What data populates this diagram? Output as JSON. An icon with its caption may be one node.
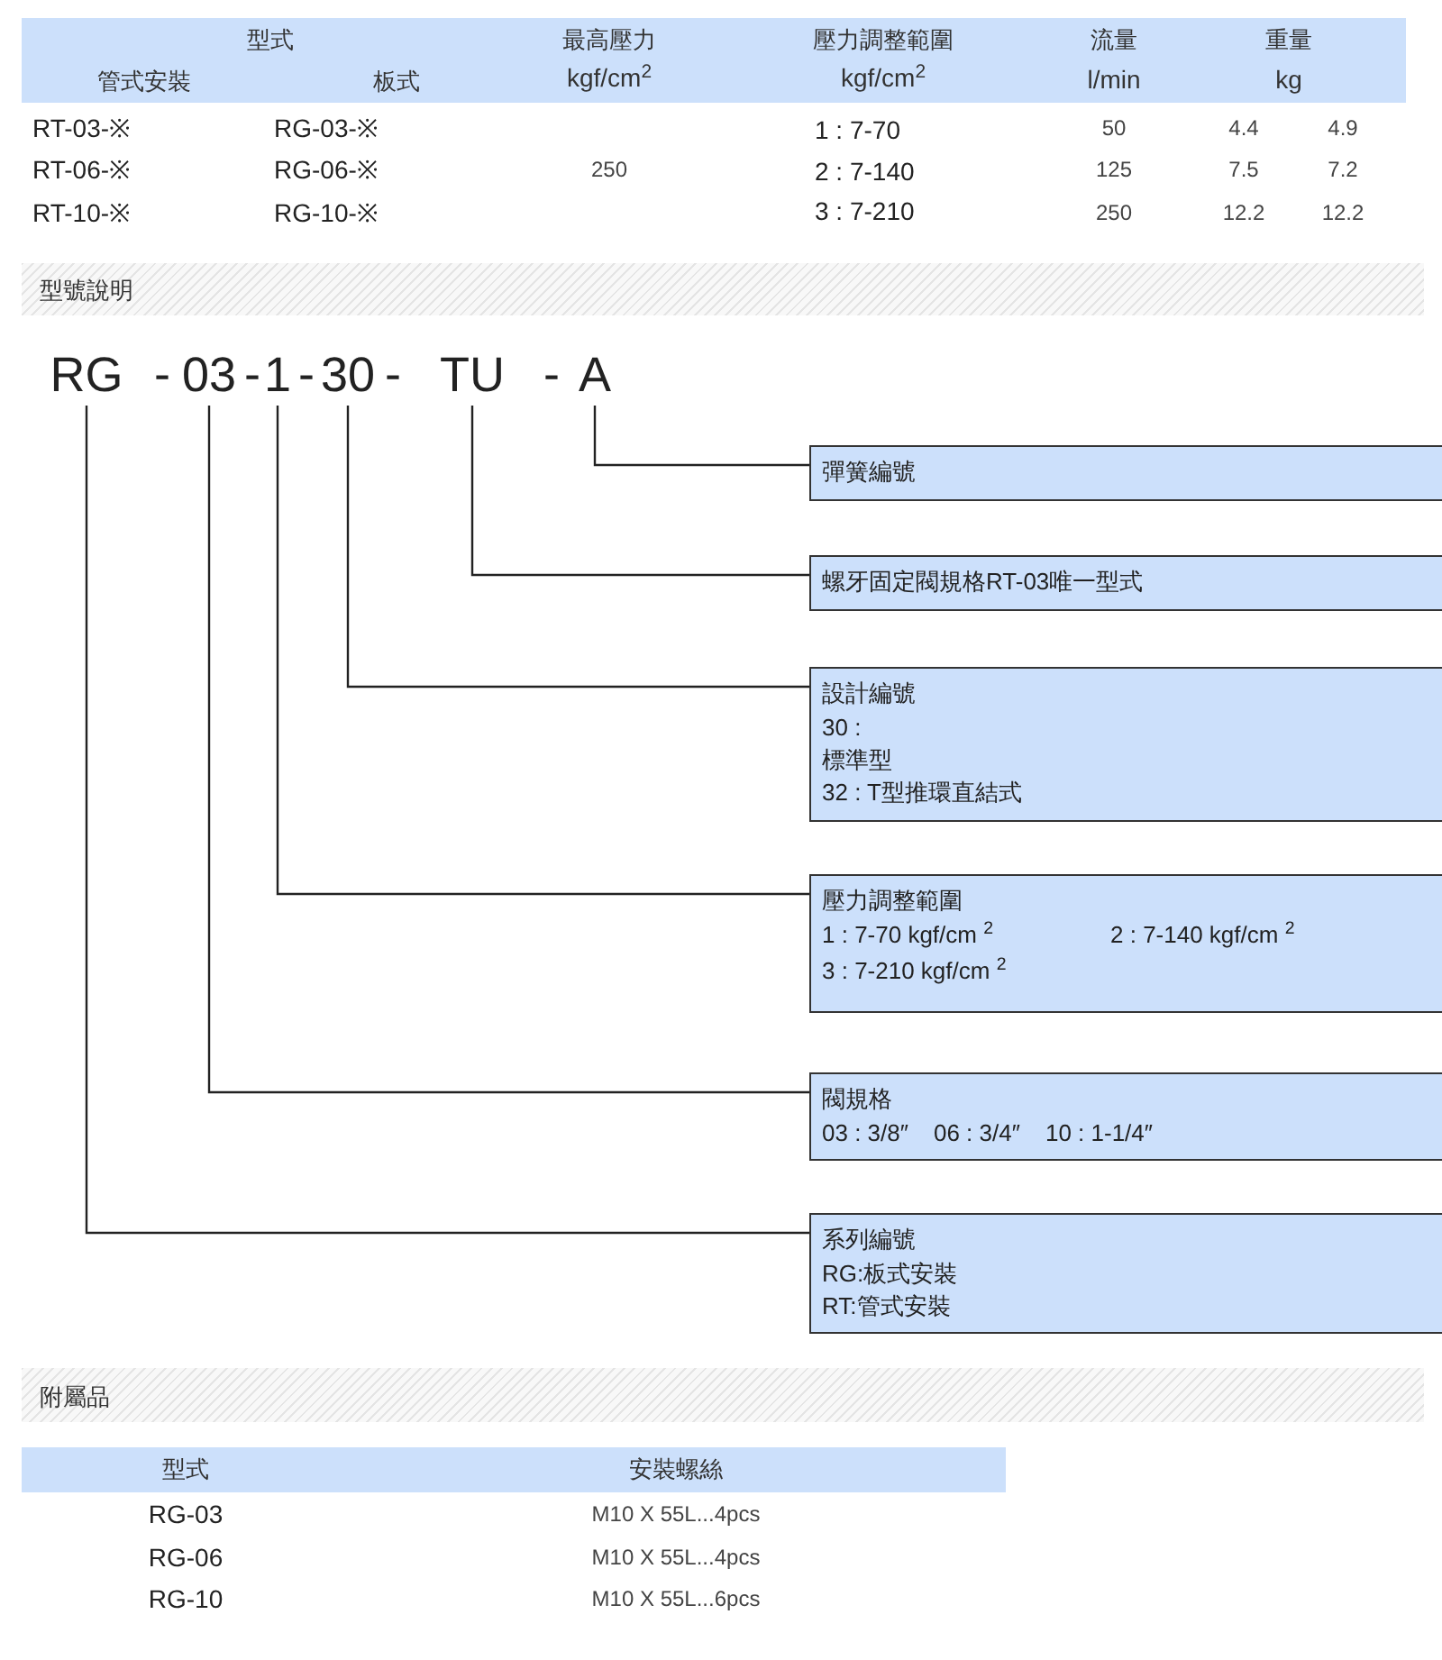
{
  "diagram": {
    "nodes": [
      {
        "text": [
          "RG"
        ]
      },
      {
        "text": [
          "03"
        ]
      },
      {
        "text": [
          "1"
        ]
      },
      {
        "text": [
          "30"
        ]
      },
      {
        "text": [
          "TU"
        ]
      },
      {
        "text": [
          "A"
        ]
      },
      {
        "text": [
          "彈簧編號"
        ]
      },
      {
        "text": [
          "螺牙固定閥規格RT-03唯一型式"
        ]
      },
      {
        "text": [
          "設計編號",
          "30 :",
          "標準型",
          "32 : T型推環直結式"
        ]
      },
      {
        "text": [
          "壓力調整範圍",
          "1 : 7-70 kgf/cm $^{2}$",
          "2 : 7-140 kgf/cm $^{2}$",
          "3 : 7-210 kgf/cm $^{2}$"
        ]
      },
      {
        "text": [
          "閥規格",
          "03 : 3/8″",
          "06 : 3/4″",
          "10 : 1-1/4″"
        ]
      },
      {
        "text": [
          "系列編號",
          "RG:板式安裝",
          "RT:管式安裝"
        ]
      }
    ],
    "edges": [
      {
        "from": 5,
        "to": 6,
        "arrow": "none"
      },
      {
        "from": 4,
        "to": 7,
        "arrow": "none"
      },
      {
        "from": 3,
        "to": 8,
        "arrow": "none"
      },
      {
        "from": 2,
        "to": 9,
        "arrow": "none"
      },
      {
        "from": 1,
        "to": 10,
        "arrow": "none"
      },
      {
        "from": 0,
        "to": 11,
        "arrow": "none"
      }
    ],
    "labels": [
      "型式",
      "最高壓力",
      "壓力調整範圍",
      "流量",
      "重量",
      "管式安裝",
      "板式",
      "kgf/cm$^{2}$",
      "kgf/cm$^{2}$",
      "l/min",
      "kg",
      "RT-03-※",
      "RG-03-※",
      "1 : 7-70",
      "50",
      "4.4",
      "4.9",
      "RT-06-※",
      "RG-06-※",
      "250",
      "2 : 7-140",
      "125",
      "7.5",
      "7.2",
      "RT-10-※",
      "RG-10-※",
      "3 : 7-210",
      "250",
      "12.2",
      "12.2",
      "型號說明",
      "-",
      "-",
      "-",
      "-",
      "-",
      "附屬品",
      "型式",
      "安裝螺絲",
      "RG-03",
      "M10 X 55L...4pcs",
      "RG-06",
      "M10 X 55L...4pcs",
      "RG-10",
      "M10 X 55L...6pcs"
    ]
  }
}
